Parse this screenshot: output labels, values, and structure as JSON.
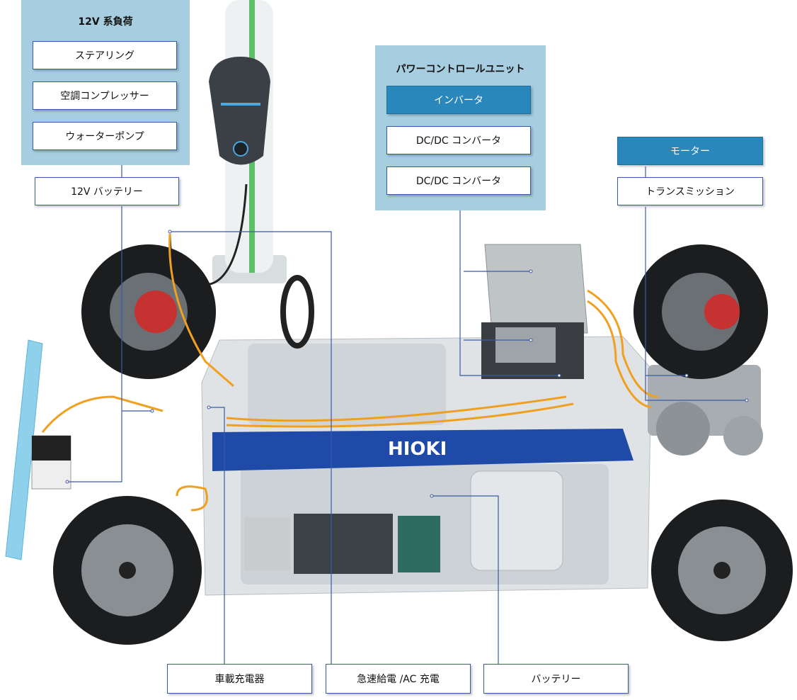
{
  "load_12v": {
    "title": "12V 系負荷",
    "items": [
      "ステアリング",
      "空調コンプレッサー",
      "ウォーターポンプ"
    ],
    "battery": "12V バッテリー"
  },
  "pcu": {
    "title": "パワーコントロールユニット",
    "items": [
      "インバータ",
      "DC/DC コンバータ",
      "DC/DC コンバータ"
    ]
  },
  "drive": {
    "motor": "モーター",
    "transmission": "トランスミッション"
  },
  "bottom": {
    "onboard_charger": "車載充電器",
    "quick_charge": "急速給電 /AC 充電",
    "battery": "バッテリー"
  },
  "brand": "HIOKI",
  "colors": {
    "panel": "#a6cde0",
    "accent": "#2a87bb",
    "line": "#3a5aa8",
    "cable": "#f0a020"
  }
}
